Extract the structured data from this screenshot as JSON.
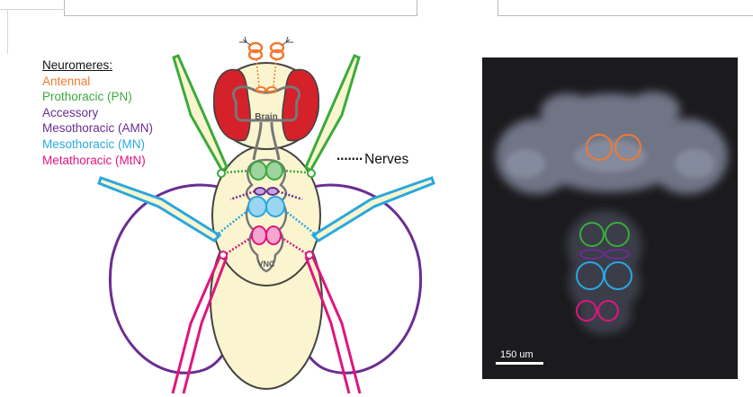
{
  "legend": {
    "title": "Neuromeres:",
    "items": [
      {
        "label": "Antennal",
        "color": "#f07a32"
      },
      {
        "label": "Prothoracic (PN)",
        "color": "#3aab3a"
      },
      {
        "label": "Accessory",
        "color": "#6a2d91"
      },
      {
        "label": "Mesothoracic (AMN)",
        "color": "#6a2d91"
      },
      {
        "label": "Mesothoracic (MN)",
        "color": "#2aa7e0"
      },
      {
        "label": "Metathoracic (MtN)",
        "color": "#e0157e"
      }
    ]
  },
  "diagram": {
    "brain_label": "Brain",
    "vnc_label": "VNC",
    "nerves_label": "Nerves",
    "colors": {
      "body_fill": "#fbf5cf",
      "outline": "#444444",
      "eye": "#d4212a",
      "nervous_system": "#777777",
      "antennal": "#f07a32",
      "prothoracic": "#3aab3a",
      "accessory": "#6a2d91",
      "mesothoracic": "#2aa7e0",
      "metathoracic": "#e0157e"
    }
  },
  "micrograph": {
    "scale_label": "150 um",
    "background": "#1b1a1d",
    "ring_colors": [
      "#f07a32",
      "#3aab3a",
      "#6a2d91",
      "#2aa7e0",
      "#e0157e"
    ]
  }
}
